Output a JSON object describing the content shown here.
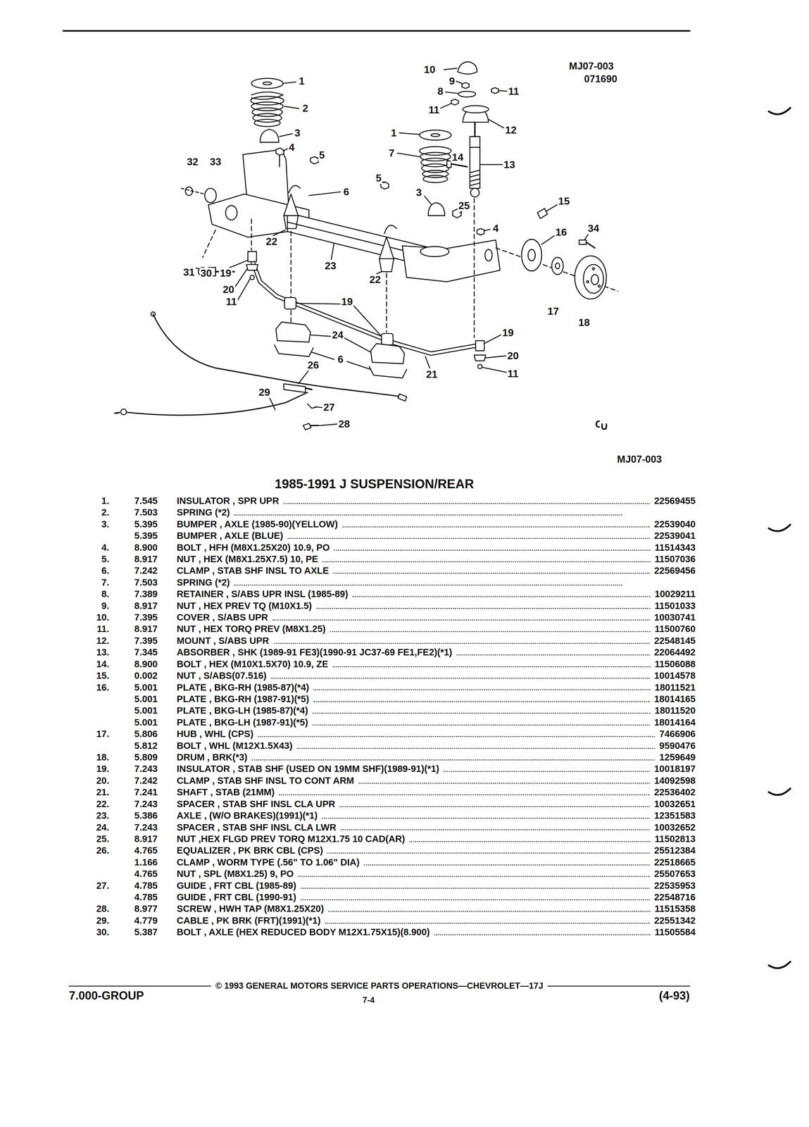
{
  "diagram": {
    "title": "1985-1991 J SUSPENSION/REAR",
    "labels": [
      "10",
      "9",
      "8",
      "11",
      "11",
      "12",
      "1",
      "2",
      "3",
      "4",
      "5",
      "32",
      "33",
      "6",
      "5",
      "1",
      "7",
      "14",
      "13",
      "3",
      "25",
      "15",
      "4",
      "16",
      "34",
      "22",
      "23",
      "22",
      "31",
      "30",
      "19",
      "20",
      "11",
      "19",
      "17",
      "18",
      "24",
      "6",
      "19",
      "20",
      "21",
      "11",
      "26",
      "29",
      "27",
      "28",
      "MJ07-003",
      "071690",
      "MJ07-003",
      "1.",
      "7.545",
      "INSULATOR , SPR UPR",
      "22569455",
      "2.",
      "7.503",
      "SPRING (*2)",
      "3.",
      "5.395",
      "BUMPER , AXLE (1985-90)(YELLOW)",
      "22539040",
      "5.395",
      "BUMPER , AXLE (BLUE)",
      "22539041",
      "4.",
      "8.900",
      "BOLT , HFH (M8X1.25X20) 10.9, PO",
      "11514343",
      "5.",
      "8.917",
      "NUT , HEX (M8X1.25X7.5) 10, PE",
      "11507036",
      "6.",
      "7.242",
      "CLAMP , STAB SHF INSL TO AXLE",
      "22569456",
      "7.",
      "7.503",
      "SPRING (*2)",
      "8.",
      "7.389",
      "RETAINER , S/ABS UPR INSL (1985-89)",
      "10029211",
      "9.",
      "8.917",
      "NUT , HEX PREV TQ (M10X1.5)",
      "11501033",
      "10.",
      "7.395",
      "COVER , S/ABS UPR",
      "10030741",
      "11.",
      "8.917",
      "NUT , HEX TORQ PREV (M8X1.25)",
      "11500760",
      "12.",
      "7.395",
      "MOUNT , S/ABS UPR",
      "22548145",
      "13.",
      "7.345",
      "ABSORBER , SHK (1989-91 FE3)(1990-91 JC37-69 FE1,FE2)(*1)",
      "22064492",
      "14.",
      "8.900",
      "BOLT , HEX (M10X1.5X70) 10.9, ZE",
      "11506088",
      "15.",
      "0.002",
      "NUT , S/ABS(07.516)",
      "10014578",
      "16.",
      "5.001",
      "PLATE , BKG-RH (1985-87)(*4)",
      "18011521",
      "5.001",
      "PLATE , BKG-RH (1987-91)(*5)",
      "18014165",
      "5.001",
      "PLATE , BKG-LH (1985-87)(*4)",
      "18011520",
      "5.001",
      "PLATE , BKG-LH (1987-91)(*5)",
      "18014164",
      "17.",
      "5.806",
      "HUB , WHL (CPS)",
      "7466906",
      "5.812",
      "BOLT , WHL (M12X1.5X43)",
      "9590476",
      "18.",
      "5.809",
      "DRUM , BRK(*3)",
      "1259649",
      "19.",
      "7.243",
      "INSULATOR , STAB SHF (USED ON 19MM SHF)(1989-91)(*1)",
      "10018197",
      "20.",
      "7.242",
      "CLAMP , STAB SHF INSL TO CONT ARM",
      "14092598",
      "21.",
      "7.241",
      "SHAFT , STAB (21MM)",
      "22536402",
      "22.",
      "7.243",
      "SPACER , STAB SHF INSL CLA UPR",
      "10032651",
      "23.",
      "5.386",
      "AXLE , (W/O BRAKES)(1991)(*1)",
      "12351583",
      "24.",
      "7.243",
      "SPACER , STAB SHF INSL CLA LWR",
      "10032652",
      "25.",
      "8.917",
      "NUT ,HEX FLGD PREV TORQ M12X1.75 10 CAD(AR)",
      "11502813",
      "26.",
      "4.765",
      "EQUALIZER , PK BRK CBL (CPS)",
      "25512384",
      "1.166",
      "CLAMP , WORM TYPE (.56\" TO 1.06\" DIA)",
      "22518665",
      "4.765",
      "NUT , SPL (M8X1.25) 9, PO",
      "25507653",
      "27.",
      "4.785",
      "GUIDE , FRT CBL (1985-89)",
      "22535953",
      "4.785",
      "GUIDE , FRT CBL (1990-91)",
      "22548716",
      "28.",
      "8.977",
      "SCREW , HWH TAP (M8X1.25X20)",
      "11515358",
      "29.",
      "4.779",
      "CABLE , PK BRK (FRT)(1991)(*1)",
      "22551342",
      "30.",
      "5.387",
      "BOLT , AXLE (HEX REDUCED BODY M12X1.75X15)(8.900)",
      "11505584",
      "© 1993 GENERAL MOTORS SERVICE PARTS OPERATIONS—CHEVROLET—17J",
      "7.000-GROUP",
      "7-4",
      "(4-93)"
    ]
  }
}
